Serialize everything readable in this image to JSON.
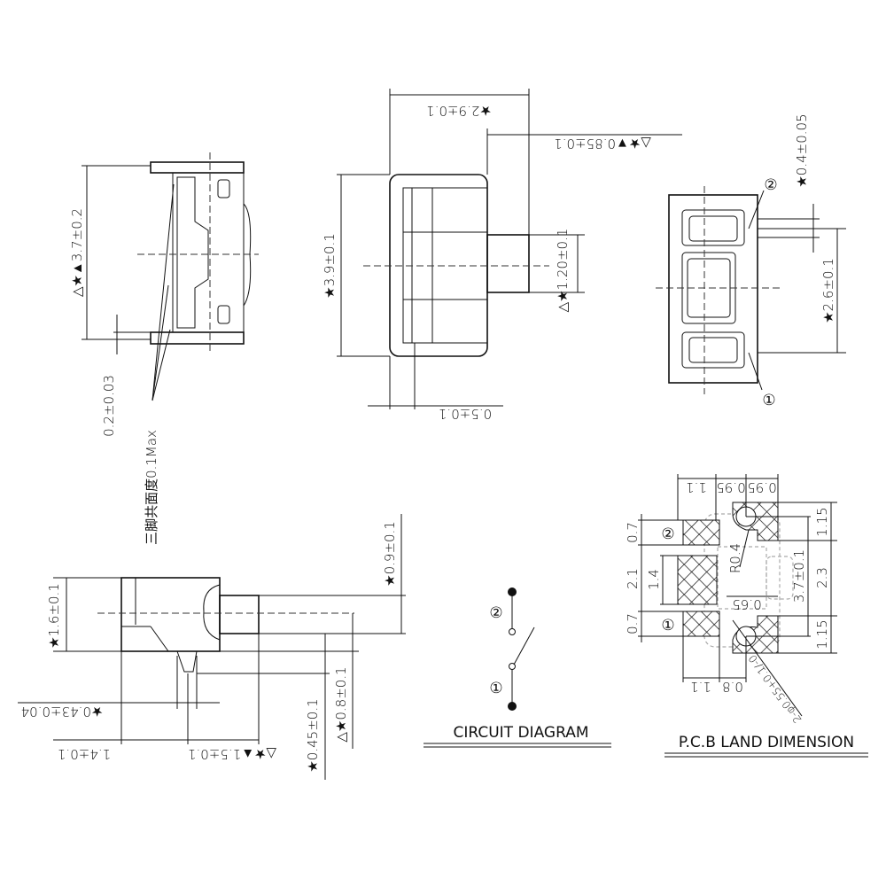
{
  "side_view": {
    "height_dim": "△★▲3.7±0.2",
    "coplanarity_dim": "0.2±0.03",
    "coplanarity_note": "三脚共面度0.1Max"
  },
  "front_view": {
    "width_dim": "★2.9±0.1",
    "plunger_dim": "△★▼0.85±0.1",
    "height_dim": "★3.9±0.1",
    "plunger_height_dim": "△★1.20±0.1",
    "offset_dim": "0.5±0.1"
  },
  "end_view": {
    "pin_dim": "★0.4±0.05",
    "pitch_dim": "★2.6±0.1",
    "pin2_label": "②",
    "pin1_label": "①"
  },
  "bottom_view": {
    "height_dim": "★1.6±0.1",
    "plunger_dim": "★0.9±0.1",
    "center_dim": "△★0.8±0.1",
    "leg_dim": "★0.45±0.1",
    "leg_width_dim": "★0.43±0.04",
    "body_dim": "1.4±0.1",
    "travel_dim": "△★▲1.5±0.1"
  },
  "circuit": {
    "title": "CIRCUIT DIAGRAM",
    "pin2_label": "②",
    "pin1_label": "①"
  },
  "pcb": {
    "title": "P.C.B LAND DIMENSION",
    "top_dims": [
      "1.1",
      "0.95",
      "0.95"
    ],
    "left_dims": [
      "0.7",
      "2.1",
      "1.4",
      "0.7"
    ],
    "right_dims": [
      "1.15",
      "2.3",
      "1.15"
    ],
    "pitch_dim": "3.7±0.1",
    "radius_dim": "R0.4",
    "gap_dim": "0.65",
    "bottom_dims": [
      "1.1",
      "0.8"
    ],
    "hole_dim": "2-φ0.55+0.1/-0",
    "pin2_label": "②",
    "pin1_label": "①"
  }
}
